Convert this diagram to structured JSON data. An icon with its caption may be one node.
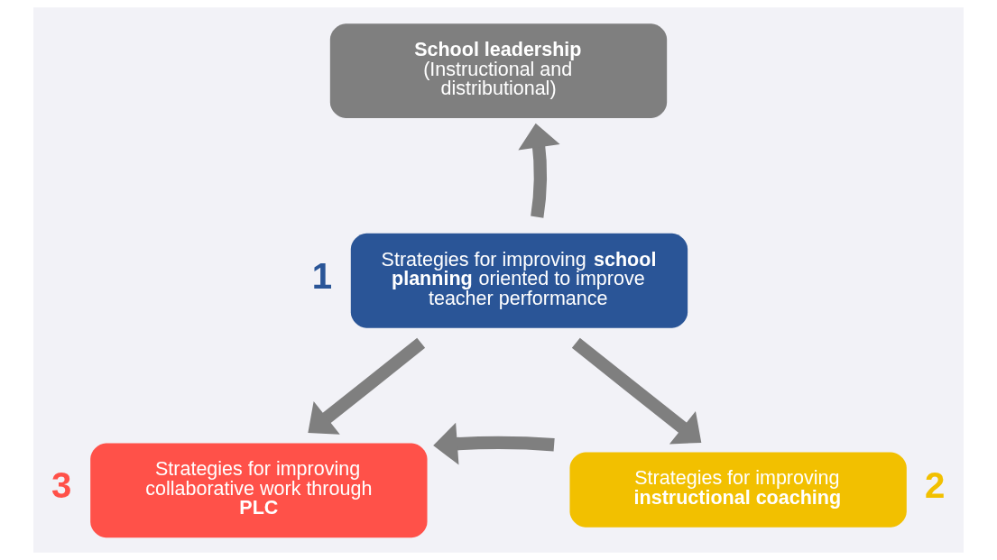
{
  "diagram": {
    "nodes": [
      {
        "text": [
          "**School leadership**",
          "(Instructional and distributional)"
        ]
      },
      {
        "text": [
          "Strategies for improving **school planning** oriented to improve teacher performance"
        ],
        "beside": [
          "1"
        ]
      },
      {
        "text": [
          "Strategies for improving collaborative work through **PLC**"
        ],
        "beside": [
          "3"
        ]
      },
      {
        "text": [
          "Strategies for improving **instructional coaching**"
        ],
        "beside": [
          "2"
        ]
      }
    ],
    "edges": [
      {
        "from": 1,
        "to": 0,
        "arrow": "to"
      },
      {
        "from": 1,
        "to": 2,
        "arrow": "to"
      },
      {
        "from": 1,
        "to": 3,
        "arrow": "to"
      },
      {
        "from": 3,
        "to": 2,
        "arrow": "to"
      }
    ]
  }
}
